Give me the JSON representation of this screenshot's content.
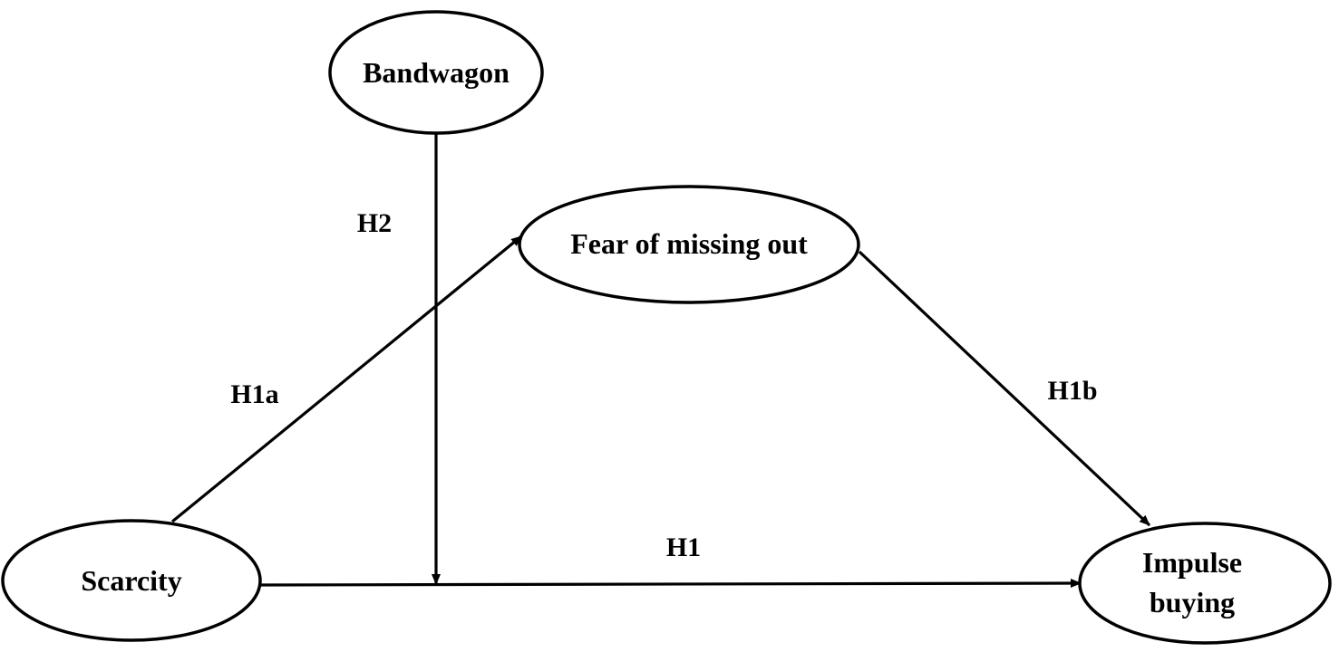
{
  "nodes": {
    "bandwagon": {
      "label": "Bandwagon"
    },
    "fomo": {
      "label": "Fear of missing out"
    },
    "scarcity": {
      "label": "Scarcity"
    },
    "impulse": {
      "label_line1": "Impulse",
      "label_line2": "buying"
    }
  },
  "edges": {
    "h1": {
      "label": "H1"
    },
    "h1a": {
      "label": "H1a"
    },
    "h1b": {
      "label": "H1b"
    },
    "h2": {
      "label": "H2"
    }
  },
  "colors": {
    "stroke": "#000000",
    "background": "#ffffff"
  }
}
